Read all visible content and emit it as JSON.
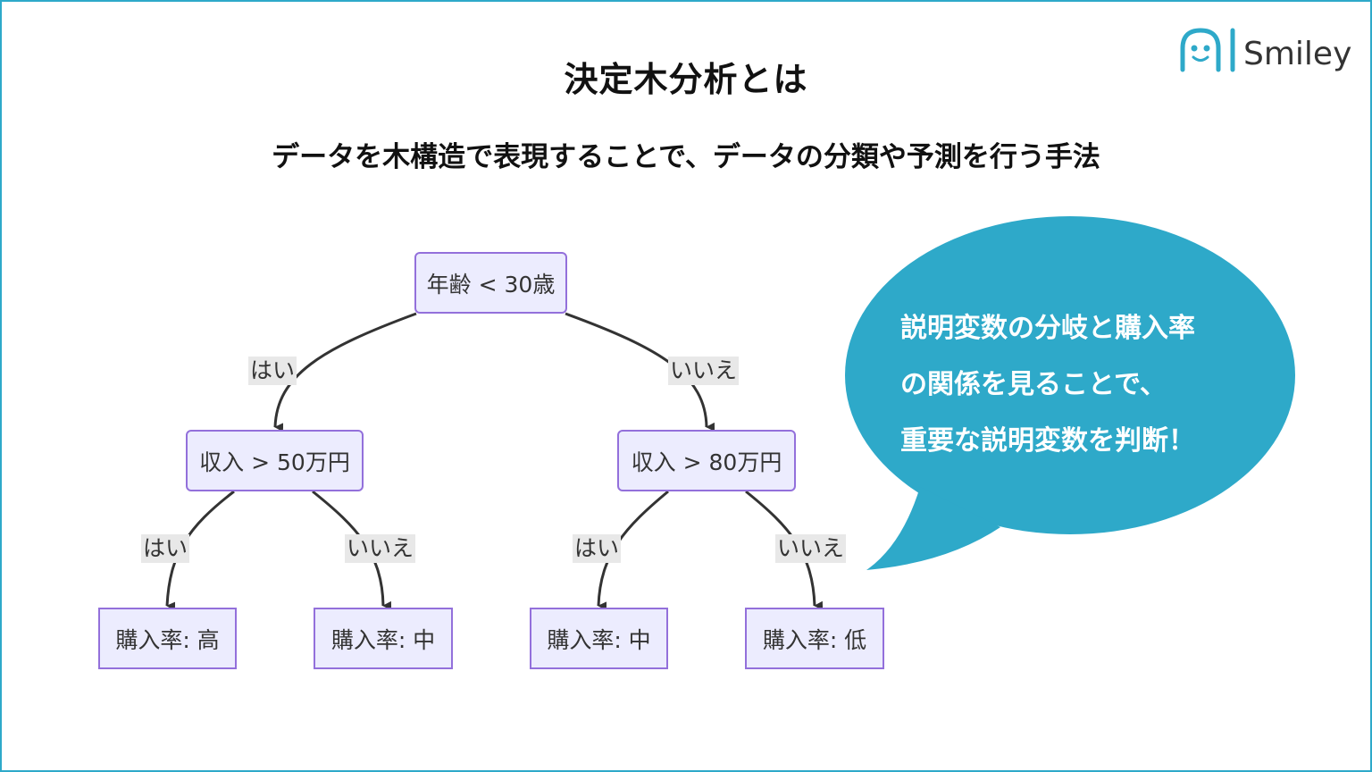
{
  "title": "決定木分析とは",
  "subtitle": "データを木構造で表現することで、データの分類や予測を行う手法",
  "logo": {
    "text": "Smiley"
  },
  "tree": {
    "root": "年齢 < 30歳",
    "left_condition": "収入 > 50万円",
    "right_condition": "収入 > 80万円",
    "leaves": [
      "購入率: 高",
      "購入率: 中",
      "購入率: 中",
      "購入率: 低"
    ],
    "edge_yes": "はい",
    "edge_no": "いいえ"
  },
  "bubble": {
    "lines": [
      "説明変数の分岐と購入率",
      "の関係を見ることで、",
      "重要な説明変数を判断！"
    ]
  },
  "colors": {
    "frame": "#2ea9c9",
    "bubble": "#2ea9c9",
    "node_fill": "#ececfe",
    "node_border": "#9370db",
    "edge": "#333333"
  }
}
